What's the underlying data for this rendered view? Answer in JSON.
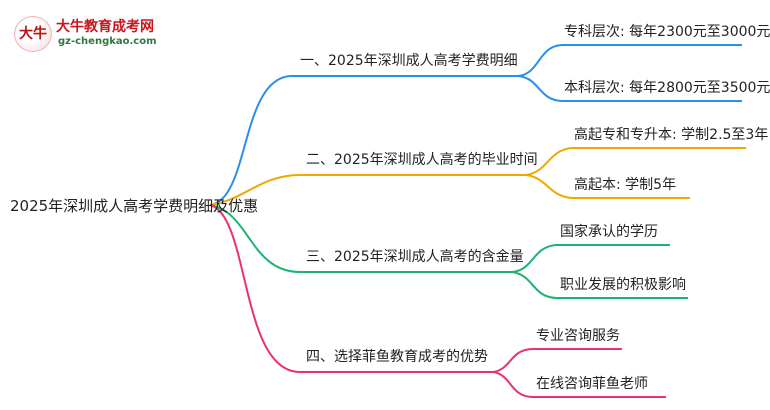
{
  "logo": {
    "name": "大牛教育成考网",
    "url": "gz-chengkao.com"
  },
  "root": "2025年深圳成人高考学费明细及优惠",
  "branches": [
    {
      "label": "一、2025年深圳成人高考学费明细",
      "color": "#2a8ef0",
      "children": [
        "专科层次: 每年2300元至3000元",
        "本科层次: 每年2800元至3500元"
      ]
    },
    {
      "label": "二、2025年深圳成人高考的毕业时间",
      "color": "#f0a800",
      "children": [
        "高起专和专升本: 学制2.5至3年",
        "高起本: 学制5年"
      ]
    },
    {
      "label": "三、2025年深圳成人高考的含金量",
      "color": "#1db372",
      "children": [
        "国家承认的学历",
        "职业发展的积极影响"
      ]
    },
    {
      "label": "四、选择菲鱼教育成考的优势",
      "color": "#e8336f",
      "children": [
        "专业咨询服务",
        "在线咨询菲鱼老师"
      ]
    }
  ]
}
